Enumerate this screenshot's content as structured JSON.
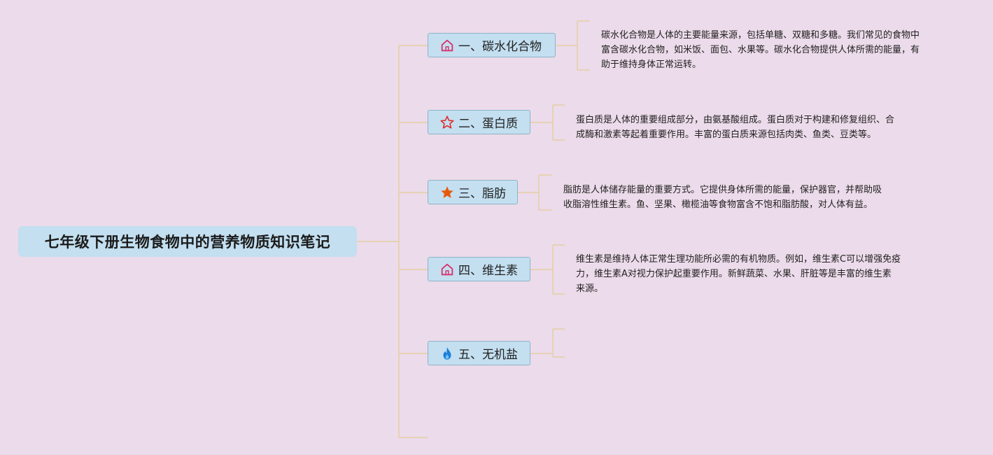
{
  "root": {
    "title": "七年级下册生物食物中的营养物质知识笔记"
  },
  "topics": [
    {
      "label": "一、碳水化合物",
      "icon": "house-icon",
      "icon_color": "#d6336c",
      "note": [
        "碳水化合物是人体的主要能量来源，包括单糖、双糖和多糖。我们常见的食物中",
        "富含碳水化合物，如米饭、面包、水果等。碳水化合物提供人体所需的能量，有",
        "助于维持身体正常运转。"
      ]
    },
    {
      "label": "二、蛋白质",
      "icon": "star-outline-icon",
      "icon_color": "#e03131",
      "note": [
        "蛋白质是人体的重要组成部分，由氨基酸组成。蛋白质对于构建和修复组织、合",
        "成酶和激素等起着重要作用。丰富的蛋白质来源包括肉类、鱼类、豆类等。"
      ]
    },
    {
      "label": "三、脂肪",
      "icon": "star-filled-icon",
      "icon_color": "#e8590c",
      "note": [
        "脂肪是人体储存能量的重要方式。它提供身体所需的能量，保护器官，并帮助吸",
        "收脂溶性维生素。鱼、坚果、橄榄油等食物富含不饱和脂肪酸，对人体有益。"
      ]
    },
    {
      "label": "四、维生素",
      "icon": "house-icon",
      "icon_color": "#d6336c",
      "note": [
        "维生素是维持人体正常生理功能所必需的有机物质。例如，维生素C可以增强免疫",
        "力，维生素A对视力保护起重要作用。新鲜蔬菜、水果、肝脏等是丰富的维生素",
        "来源。"
      ]
    },
    {
      "label": "五、无机盐",
      "icon": "flame-icon",
      "icon_color": "#1c7ed6",
      "note": []
    }
  ],
  "colors": {
    "background": "#ecdbea",
    "node_fill": "#c3dff0",
    "connector": "#e3cfa3"
  }
}
